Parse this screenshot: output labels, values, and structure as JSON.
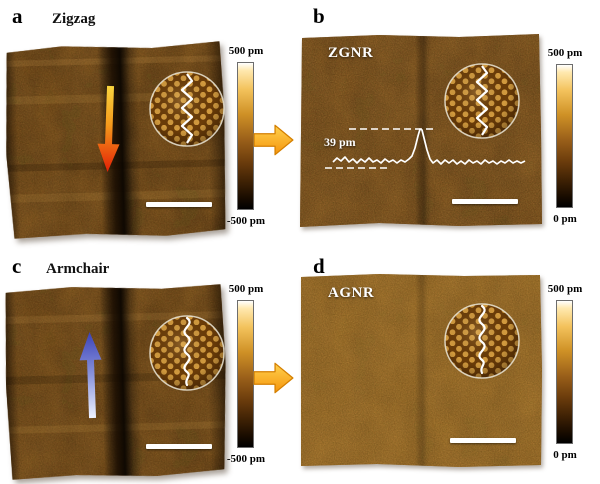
{
  "panels": {
    "a": {
      "label": "a",
      "title": "Zigzag",
      "colorbar_top": "500 pm",
      "colorbar_bottom": "-500 pm",
      "arrow_direction": "down"
    },
    "b": {
      "label": "b",
      "title": "ZGNR",
      "height_annotation": "39 pm",
      "colorbar_top": "500 pm",
      "colorbar_bottom": "0 pm"
    },
    "c": {
      "label": "c",
      "title": "Armchair",
      "colorbar_top": "500 pm",
      "colorbar_bottom": "-500 pm",
      "arrow_direction": "up"
    },
    "d": {
      "label": "d",
      "title": "AGNR",
      "colorbar_top": "500 pm",
      "colorbar_bottom": "0 pm"
    }
  },
  "icons": {
    "flow_arrow": "right-block-arrow",
    "panel_a_arrow": "down-gradient-arrow",
    "panel_c_arrow": "up-gradient-arrow",
    "inset_zigzag": "zigzag-lattice-inset",
    "inset_armchair": "armchair-lattice-inset"
  },
  "colors": {
    "afm_colormap": [
      "#000000",
      "#6b3c0c",
      "#cf9126",
      "#f3c25c",
      "#ffffff"
    ],
    "afm_base_dark": "#74480f",
    "afm_base_mid": "#7d4f16",
    "afm_base_light": "#9a6a1e",
    "flow_arrow": "#f5940c",
    "arrow_down_gradient": [
      "#f9d43e",
      "#e41f05"
    ],
    "arrow_up_gradient": [
      "#3b42b8",
      "#eef2ff"
    ],
    "profile_line": "#ffffff"
  }
}
